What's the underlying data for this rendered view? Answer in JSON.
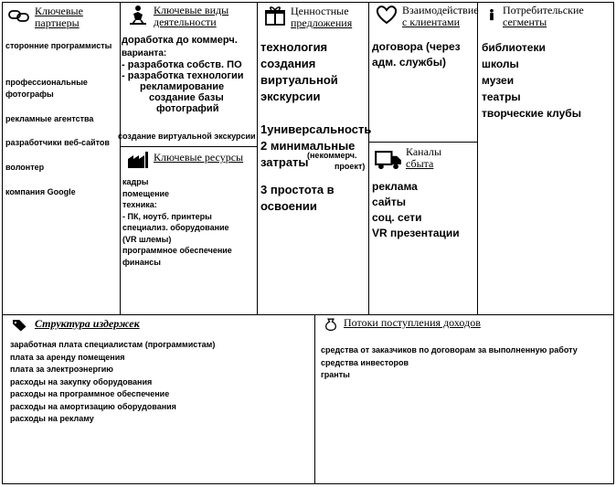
{
  "sections": {
    "partners": {
      "title_lines": [
        "Ключевые",
        "партнеры"
      ],
      "items": [
        "сторонние программисты",
        "профессиональные фотографы",
        "рекламные агентства",
        "разработчики веб-сайтов",
        "волонтер",
        "компания Google"
      ]
    },
    "activities": {
      "title_lines": [
        "Ключевые виды",
        "деятельности"
      ],
      "heading": "доработка до коммерч.",
      "variants_label": "варианта:",
      "line1": "- разработка собств. ПО",
      "line2": "- разработка технологии",
      "line3": "рекламирование",
      "line4": "создание базы",
      "line5": "фотографий",
      "line6": "создание виртуальной экскурсии"
    },
    "resources": {
      "title": "Ключевые ресурсы",
      "items": [
        "кадры",
        "помещение",
        "техника:",
        "- ПК, ноутб. принтеры",
        "специализ. оборудование",
        "(VR шлемы)",
        "программное обеспечение",
        "финансы"
      ]
    },
    "value": {
      "title_lines": [
        "Ценностные",
        "предложения"
      ],
      "main_lines": [
        "технология",
        "создания",
        "виртуальной",
        "экскурсии"
      ],
      "p1": "1универсальность",
      "p2_a": "2 минимальные",
      "p2_b": "затраты",
      "p2_note_a": "(некоммерч.",
      "p2_note_b": "проект)",
      "p3_lines": [
        "3 простота в",
        "освоении"
      ]
    },
    "relations": {
      "title_lines": [
        "Взаимодействие",
        "с клиентами"
      ],
      "text_lines": [
        "договора (через",
        "адм. службы)"
      ]
    },
    "channels": {
      "title_lines": [
        "Каналы",
        "сбыта"
      ],
      "items": [
        "реклама",
        "сайты",
        "соц. сети",
        "VR презентации"
      ]
    },
    "segments": {
      "title_lines": [
        "Потребительские",
        "сегменты"
      ],
      "items": [
        "библиотеки",
        "школы",
        "музеи",
        "театры",
        "творческие клубы"
      ]
    },
    "costs": {
      "title": "Структура издержек",
      "items": [
        "заработная плата специалистам (программистам)",
        "плата за аренду помещения",
        "плата за электроэнергию",
        "расходы на закупку оборудования",
        "расходы на программное обеспечение",
        "расходы на амортизацию оборудования",
        "расходы на рекламу"
      ]
    },
    "revenue": {
      "title": "Потоки поступления доходов",
      "items": [
        "средства от заказчиков по договорам за выполненную работу",
        "средства инвесторов",
        "гранты"
      ]
    }
  },
  "icons": {
    "partners": "chain-link-icon",
    "activities": "worker-icon",
    "resources": "factory-icon",
    "value": "gift-icon",
    "relations": "heart-icon",
    "channels": "truck-icon",
    "segments": "person-icon",
    "costs": "price-tag-icon",
    "revenue": "money-bag-icon"
  }
}
